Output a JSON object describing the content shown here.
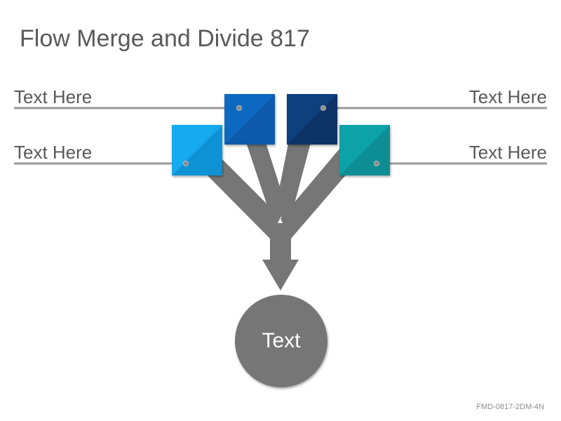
{
  "title": "Flow Merge and Divide 817",
  "labels": {
    "top_left": "Text Here",
    "top_right": "Text Here",
    "bottom_left": "Text Here",
    "bottom_right": "Text Here"
  },
  "center_label": "Text",
  "footer_code": "FMD-0817-2DM-4N",
  "colors": {
    "box_light_blue": "#0aa0e6",
    "box_blue": "#0a64b9",
    "box_navy": "#0e3a72",
    "box_teal": "#0a9aa0",
    "flow_gray": "#767676",
    "line_gray": "#999999",
    "text_gray": "#595959"
  }
}
